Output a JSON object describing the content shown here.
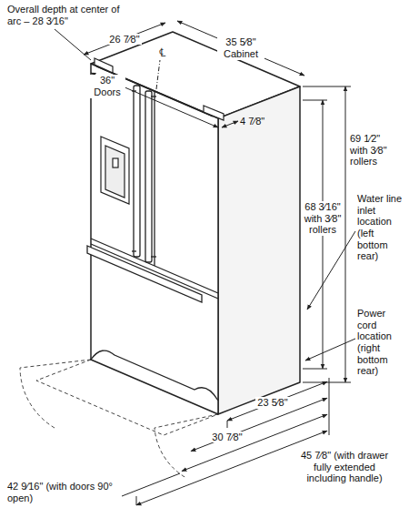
{
  "diagram": {
    "labels": [
      "Overall depth at center of arc – 28 3⁄16\"",
      "26 7⁄8\"",
      "℄",
      "35 5⁄8\" Cabinet",
      "36\" Doors",
      "4 7⁄8\"",
      "69 1⁄2\" with 3⁄8\" rollers",
      "68 3⁄16\" with 3⁄8\" rollers",
      "Water line inlet location (left bottom rear)",
      "Power cord location (right bottom rear)",
      "23 5⁄8\"",
      "30 7⁄8\"",
      "45 7⁄8\" (with drawer fully extended including handle)",
      "42 9⁄16\" (with doors 90° open)"
    ]
  }
}
